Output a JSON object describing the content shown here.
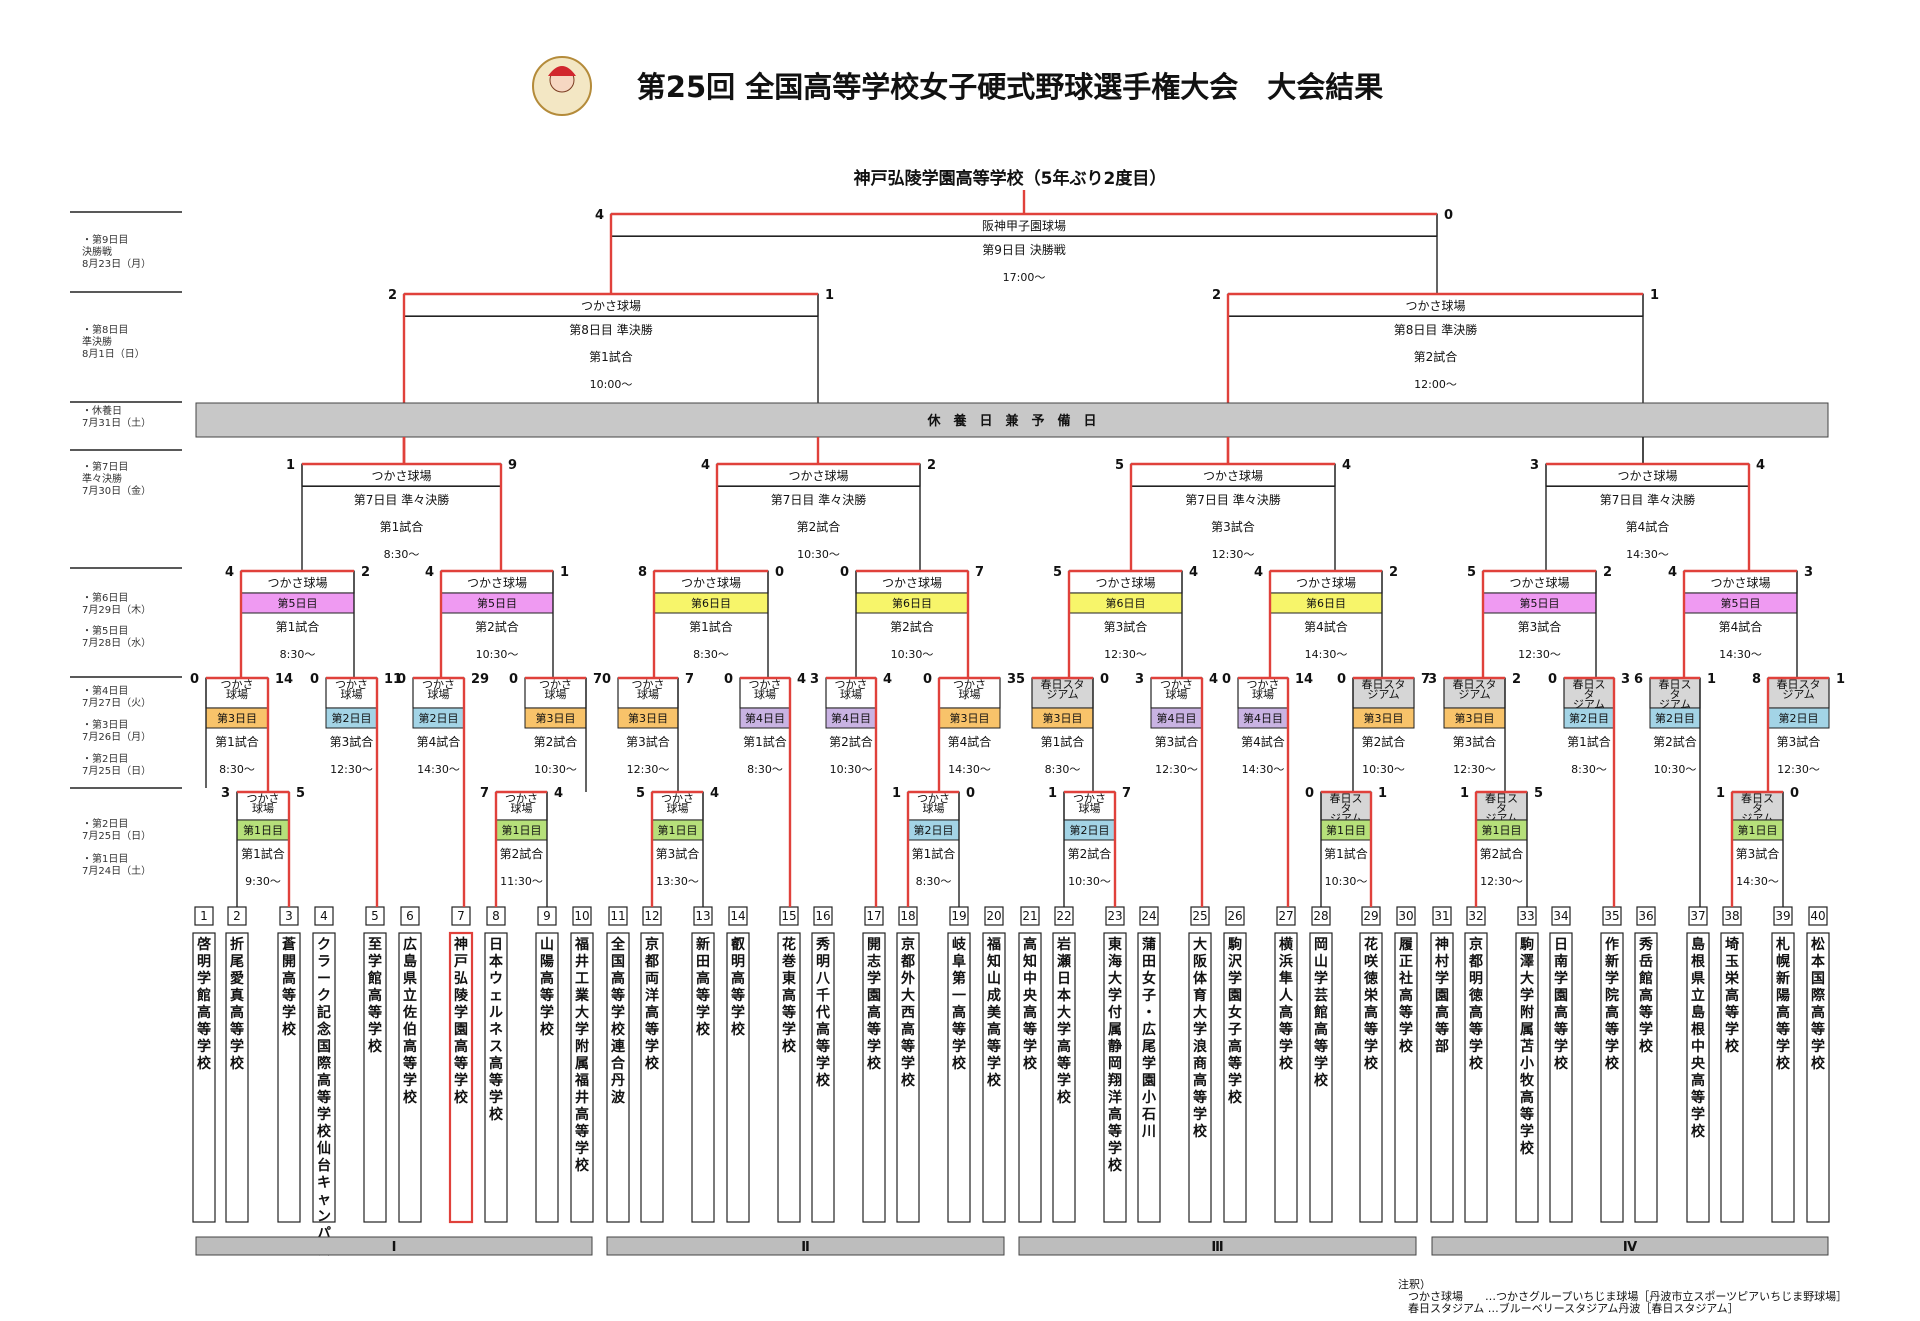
{
  "header": {
    "title": "第25回 全国高等学校女子硬式野球選手権大会　大会結果"
  },
  "champion": "神戸弘陵学園高等学校（5年ぶり2度目）",
  "colors": {
    "win": "#e0413b",
    "line": "#222222",
    "d1": "#b6e07a",
    "d2": "#a3d4e6",
    "d3": "#f8c36a",
    "d4": "#c9b3e3",
    "d5": "#ef9af2",
    "d6": "#f7f56a",
    "rest": "#c8c8c8",
    "stadium": "#d6d6d6"
  },
  "day_labels": [
    [
      "・第9日目",
      "決勝戦",
      "8月23日（月）"
    ],
    [
      "・第8日目",
      "準決勝",
      "8月1日（日）"
    ],
    [
      "・休養日",
      "7月31日（土）"
    ],
    [
      "・第7日目",
      "準々決勝",
      "7月30日（金）"
    ],
    [
      "・第6日目",
      "7月29日（木）"
    ],
    [
      "・第5日目",
      "7月28日（水）"
    ],
    [
      "・第4日目",
      "7月27日（火）"
    ],
    [
      "・第3日目",
      "7月26日（月）"
    ],
    [
      "・第2日目",
      "7月25日（日）"
    ],
    [
      "・第2日目",
      "7月25日（日）"
    ],
    [
      "・第1日目",
      "7月24日（土）"
    ]
  ],
  "rest_day": "休　養　日　兼　予　備　日",
  "teams": [
    "啓明学館高等学校",
    "折尾愛真高等学校",
    "蒼開高等学校",
    "クラーク記念国際高等学校仙台キャンパス",
    "至学館高等学校",
    "広島県立佐伯高等学校",
    "神戸弘陵学園高等学校",
    "日本ウェルネス高等学校",
    "山陽高等学校",
    "福井工業大学附属福井高等学校",
    "全国高等学校連合丹波",
    "京都両洋高等学校",
    "新田高等学校",
    "叡明高等学校",
    "花巻東高等学校",
    "秀明八千代高等学校",
    "開志学園高等学校",
    "京都外大西高等学校",
    "岐阜第一高等学校",
    "福知山成美高等学校",
    "高知中央高等学校",
    "岩瀬日本大学高等学校",
    "東海大学付属静岡翔洋高等学校",
    "蒲田女子・広尾学園小石川",
    "大阪体育大学浪商高等学校",
    "駒沢学園女子高等学校",
    "横浜隼人高等学校",
    "岡山学芸館高等学校",
    "花咲徳栄高等学校",
    "履正社高等学校",
    "神村学園高等部",
    "京都明徳高等学校",
    "駒澤大学附属苫小牧高等学校",
    "日南学園高等学校",
    "作新学院高等学校",
    "秀岳館高等学校",
    "島根県立島根中央高等学校",
    "埼玉栄高等学校",
    "札幌新陽高等学校",
    "松本国際高等学校"
  ],
  "numbers": [
    "1",
    "2",
    "3",
    "4",
    "5",
    "6",
    "7",
    "8",
    "9",
    "10",
    "11",
    "12",
    "13",
    "14",
    "15",
    "16",
    "17",
    "18",
    "19",
    "20",
    "21",
    "22",
    "23",
    "24",
    "25",
    "26",
    "27",
    "28",
    "29",
    "30",
    "31",
    "32",
    "33",
    "34",
    "35",
    "36",
    "37",
    "38",
    "39",
    "40"
  ],
  "blocks": [
    "Ⅰ",
    "Ⅱ",
    "Ⅲ",
    "Ⅳ"
  ],
  "notes": {
    "heading": "注釈）",
    "line1": "つかさ球場　　…つかさグループいちじま球場［丹波市立スポーツピアいちじま野球場］",
    "line2": "春日スタジアム …ブルーベリースタジアム丹波［春日スタジアム］"
  },
  "games": {
    "final": {
      "venue": "阪神甲子園球場",
      "day": "第9日目 決勝戦",
      "game": "",
      "time": "17:00～",
      "sl": "4",
      "sr": "0"
    },
    "sf1": {
      "venue": "つかさ球場",
      "day": "第8日目 準決勝",
      "game": "第1試合",
      "time": "10:00～",
      "sl": "2",
      "sr": "1"
    },
    "sf2": {
      "venue": "つかさ球場",
      "day": "第8日目 準決勝",
      "game": "第2試合",
      "time": "12:00～",
      "sl": "2",
      "sr": "1"
    },
    "qf1": {
      "venue": "つかさ球場",
      "day": "第7日目 準々決勝",
      "game": "第1試合",
      "time": "8:30～",
      "sl": "1",
      "sr": "9"
    },
    "qf2": {
      "venue": "つかさ球場",
      "day": "第7日目 準々決勝",
      "game": "第2試合",
      "time": "10:30～",
      "sl": "4",
      "sr": "2"
    },
    "qf3": {
      "venue": "つかさ球場",
      "day": "第7日目 準々決勝",
      "game": "第3試合",
      "time": "12:30～",
      "sl": "5",
      "sr": "4"
    },
    "qf4": {
      "venue": "つかさ球場",
      "day": "第7日目 準々決勝",
      "game": "第4試合",
      "time": "14:30～",
      "sl": "3",
      "sr": "4"
    },
    "r3_1": {
      "venue": "つかさ球場",
      "day": "第5日目",
      "game": "第1試合",
      "time": "8:30～",
      "sl": "4",
      "sr": "2"
    },
    "r3_2": {
      "venue": "つかさ球場",
      "day": "第5日目",
      "game": "第2試合",
      "time": "10:30～",
      "sl": "4",
      "sr": "1"
    },
    "r3_3": {
      "venue": "つかさ球場",
      "day": "第6日目",
      "game": "第1試合",
      "time": "8:30～",
      "sl": "8",
      "sr": "0"
    },
    "r3_4": {
      "venue": "つかさ球場",
      "day": "第6日目",
      "game": "第2試合",
      "time": "10:30～",
      "sl": "0",
      "sr": "7"
    },
    "r3_5": {
      "venue": "つかさ球場",
      "day": "第6日目",
      "game": "第3試合",
      "time": "12:30～",
      "sl": "5",
      "sr": "4"
    },
    "r3_6": {
      "venue": "つかさ球場",
      "day": "第6日目",
      "game": "第4試合",
      "time": "14:30～",
      "sl": "4",
      "sr": "2"
    },
    "r3_7": {
      "venue": "つかさ球場",
      "day": "第5日目",
      "game": "第3試合",
      "time": "12:30～",
      "sl": "5",
      "sr": "2"
    },
    "r3_8": {
      "venue": "つかさ球場",
      "day": "第5日目",
      "game": "第4試合",
      "time": "14:30～",
      "sl": "4",
      "sr": "3"
    },
    "r2_1": {
      "venue": "つかさ\n球場",
      "day": "第3日目",
      "game": "第1試合",
      "time": "8:30～",
      "sl": "0",
      "sr": "14"
    },
    "r2_2": {
      "venue": "つかさ\n球場",
      "day": "第2日目",
      "game": "第3試合",
      "time": "12:30～",
      "sl": "0",
      "sr": "11"
    },
    "r2_3": {
      "venue": "つかさ\n球場",
      "day": "第2日目",
      "game": "第4試合",
      "time": "14:30～",
      "sl": "0",
      "sr": "29"
    },
    "r2_4": {
      "venue": "つかさ\n球場",
      "day": "第3日目",
      "game": "第2試合",
      "time": "10:30～",
      "sl": "0",
      "sr": "7"
    },
    "r2_5": {
      "venue": "つかさ\n球場",
      "day": "第3日目",
      "game": "第3試合",
      "time": "12:30～",
      "sl": "0",
      "sr": "7"
    },
    "r2_6": {
      "venue": "つかさ\n球場",
      "day": "第4日目",
      "game": "第1試合",
      "time": "8:30～",
      "sl": "0",
      "sr": "4"
    },
    "r2_7": {
      "venue": "つかさ\n球場",
      "day": "第4日目",
      "game": "第2試合",
      "time": "10:30～",
      "sl": "3",
      "sr": "4"
    },
    "r2_8": {
      "venue": "つかさ\n球場",
      "day": "第3日目",
      "game": "第4試合",
      "time": "14:30～",
      "sl": "0",
      "sr": "3"
    },
    "r2_9": {
      "venue": "春日スタ\nジアム",
      "day": "第3日目",
      "game": "第1試合",
      "time": "8:30～",
      "sl": "5",
      "sr": "0"
    },
    "r2_10": {
      "venue": "つかさ\n球場",
      "day": "第4日目",
      "game": "第3試合",
      "time": "12:30～",
      "sl": "3",
      "sr": "4"
    },
    "r2_11": {
      "venue": "つかさ\n球場",
      "day": "第4日目",
      "game": "第4試合",
      "time": "14:30～",
      "sl": "0",
      "sr": "14"
    },
    "r2_12": {
      "venue": "春日スタ\nジアム",
      "day": "第3日目",
      "game": "第2試合",
      "time": "10:30～",
      "sl": "0",
      "sr": "7"
    },
    "r2_13": {
      "venue": "春日スタ\nジアム",
      "day": "第3日目",
      "game": "第3試合",
      "time": "12:30～",
      "sl": "3",
      "sr": "2"
    },
    "r2_14": {
      "venue": "春日ス\nタ\nジアム",
      "day": "第2日目",
      "game": "第1試合",
      "time": "8:30～",
      "sl": "0",
      "sr": "3"
    },
    "r2_15": {
      "venue": "春日ス\nタ\nジアム",
      "day": "第2日目",
      "game": "第2試合",
      "time": "10:30～",
      "sl": "6",
      "sr": "1"
    },
    "r2_16": {
      "venue": "春日スタ\nジアム",
      "day": "第2日目",
      "game": "第3試合",
      "time": "12:30～",
      "sl": "8",
      "sr": "1"
    },
    "r1_1": {
      "venue": "つかさ\n球場",
      "day": "第1日目",
      "game": "第1試合",
      "time": "9:30～",
      "sl": "3",
      "sr": "5"
    },
    "r1_2": {
      "venue": "つかさ\n球場",
      "day": "第1日目",
      "game": "第2試合",
      "time": "11:30～",
      "sl": "7",
      "sr": "4"
    },
    "r1_3": {
      "venue": "つかさ\n球場",
      "day": "第1日目",
      "game": "第3試合",
      "time": "13:30～",
      "sl": "5",
      "sr": "4"
    },
    "r1_4": {
      "venue": "つかさ\n球場",
      "day": "第2日目",
      "game": "第1試合",
      "time": "8:30～",
      "sl": "1",
      "sr": "0"
    },
    "r1_5": {
      "venue": "つかさ\n球場",
      "day": "第2日目",
      "game": "第2試合",
      "time": "10:30～",
      "sl": "1",
      "sr": "7"
    },
    "r1_6": {
      "venue": "春日ス\nタ\nジアム",
      "day": "第1日目",
      "game": "第1試合",
      "time": "10:30～",
      "sl": "0",
      "sr": "1"
    },
    "r1_7": {
      "venue": "春日ス\nタ\nジアム",
      "day": "第1日目",
      "game": "第2試合",
      "time": "12:30～",
      "sl": "1",
      "sr": "5"
    },
    "r1_8": {
      "venue": "春日ス\nタ\nジアム",
      "day": "第1日目",
      "game": "第3試合",
      "time": "14:30～",
      "sl": "1",
      "sr": "0"
    }
  }
}
